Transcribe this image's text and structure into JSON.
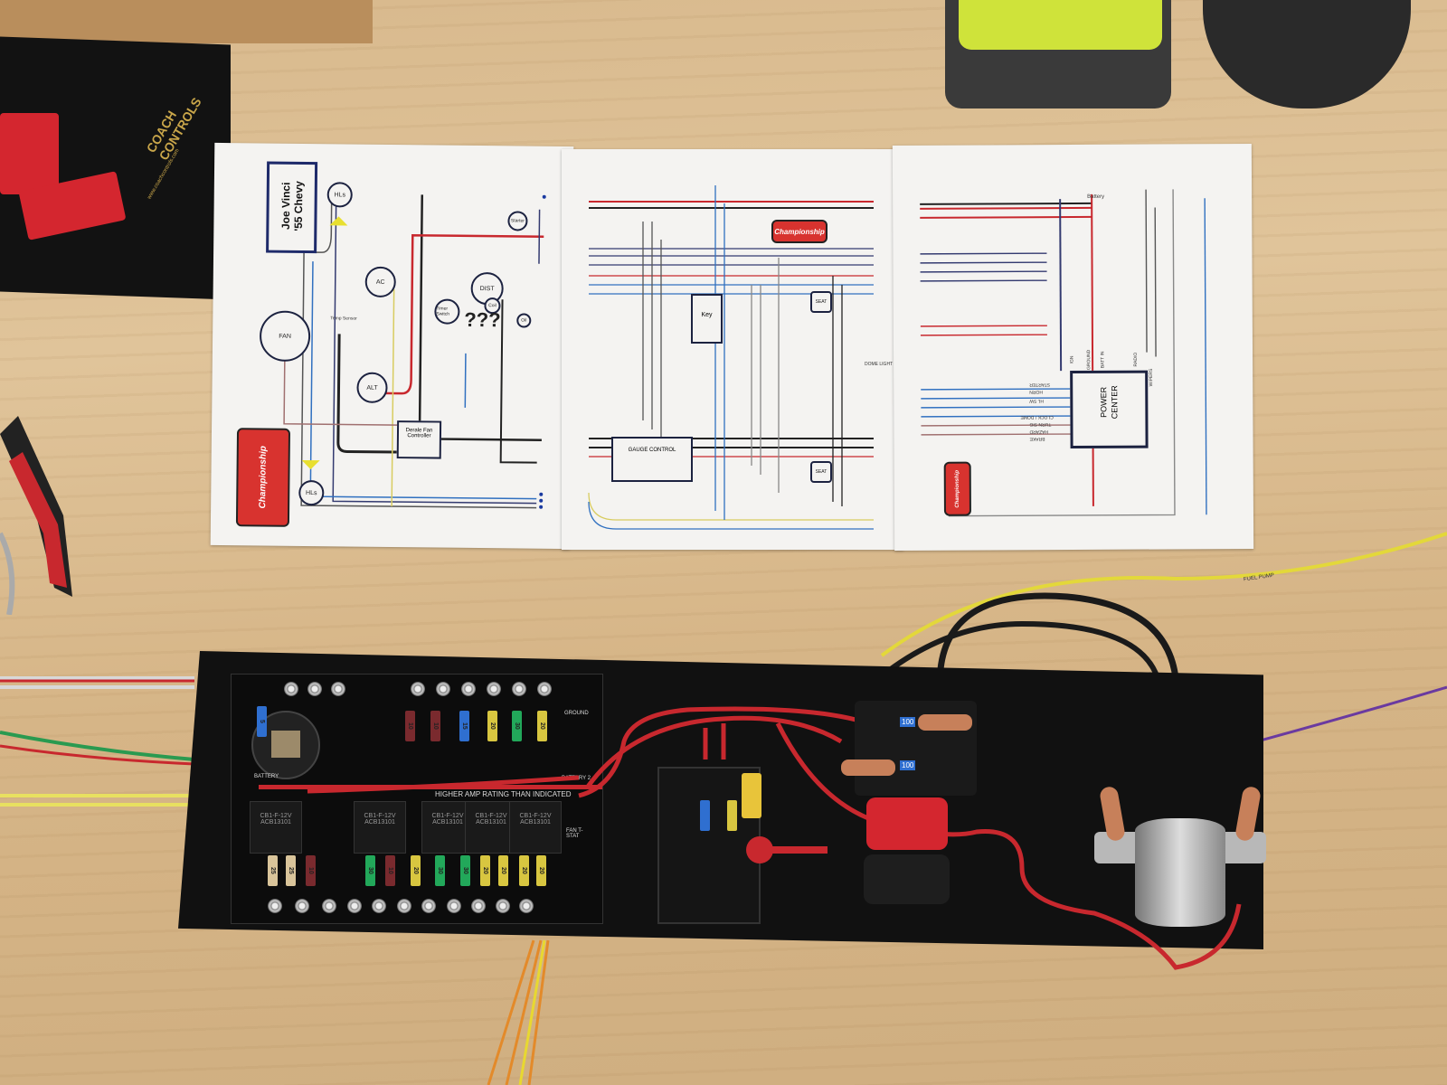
{
  "scene": {
    "description_labels": {
      "coach_box_text": "COACH CONTROLS",
      "coach_box_url": "www.coachcontrols.com"
    }
  },
  "sheet1": {
    "title_line1": "Joe Vinci",
    "title_line2": "'55 Chevy",
    "logo": "Championship",
    "labels": {
      "fan": "FAN",
      "ac": "AC",
      "alt": "ALT",
      "dist": "DIST",
      "timer": "Timer Switch",
      "controller": "Derale Fan Controller",
      "unknown": "???",
      "hls_top": "HLs",
      "hls_bottom": "HLs",
      "temp": "Temp Sensor",
      "coil": "Coil",
      "oil": "Oil",
      "starter": "Starter"
    }
  },
  "sheet2": {
    "logo": "Championship",
    "labels": {
      "key": "Key",
      "gauge": "GAUGE CONTROL",
      "seat_top": "SEAT",
      "seat_bottom": "SEAT",
      "dome": "DOME LIGHT"
    }
  },
  "sheet3": {
    "logo": "Championship",
    "box_line1": "POWER",
    "box_line2": "CENTER",
    "labels": {
      "battery": "Battery",
      "starter": "STARTER",
      "horn": "HORN",
      "hl_sw": "HL SW",
      "clock": "CLOCK / DOME",
      "turn": "TURN SIG",
      "hazard": "HAZARD",
      "brake": "BRAKE",
      "ign": "IGN",
      "ground": "GROUND",
      "batt_in": "BATT IN",
      "radio": "RADIO",
      "wipers": "WIPERS"
    }
  },
  "fuse_panel": {
    "warning": "HIGHER AMP RATING THAN INDICATED",
    "battery2": "BATTERY 2",
    "battery": "BATTERY",
    "ground": "GROUND",
    "fan_tstat": "FAN T-STAT",
    "relay_text": "CB1-F-12V ACB13101",
    "top_fuses": [
      {
        "rating": "5",
        "color": "#2f6fd0"
      },
      {
        "rating": "10",
        "color": "#7a2a2e"
      },
      {
        "rating": "10",
        "color": "#7a2a2e"
      },
      {
        "rating": "15",
        "color": "#2f6fd0"
      },
      {
        "rating": "20",
        "color": "#d8c640"
      },
      {
        "rating": "30",
        "color": "#22a85a"
      },
      {
        "rating": "20",
        "color": "#d8c640"
      }
    ],
    "bottom_fuses": [
      {
        "rating": "25",
        "color": "#d9c49a"
      },
      {
        "rating": "25",
        "color": "#d9c49a"
      },
      {
        "rating": "10",
        "color": "#7a2a2e"
      },
      {
        "rating": "30",
        "color": "#22a85a"
      },
      {
        "rating": "10",
        "color": "#7a2a2e"
      },
      {
        "rating": "20",
        "color": "#d8c640"
      },
      {
        "rating": "30",
        "color": "#22a85a"
      },
      {
        "rating": "30",
        "color": "#22a85a"
      },
      {
        "rating": "20",
        "color": "#d8c640"
      },
      {
        "rating": "20",
        "color": "#d8c640"
      },
      {
        "rating": "20",
        "color": "#d8c640"
      },
      {
        "rating": "20",
        "color": "#d8c640"
      }
    ]
  },
  "terminal_block": {
    "label": "100",
    "label2": "100"
  },
  "wire_label": "FUEL PUMP"
}
